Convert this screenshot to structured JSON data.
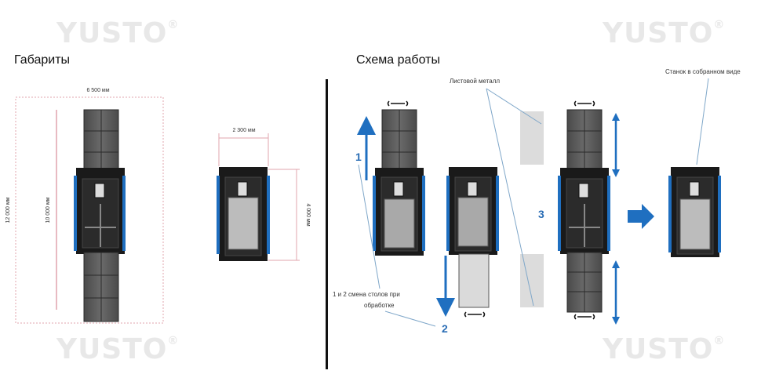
{
  "watermark": {
    "brand": "YUSTO",
    "mark": "®"
  },
  "sections": {
    "dimensions_title": "Габариты",
    "scheme_title": "Схема работы"
  },
  "dimensions": {
    "total_width": "6 500 мм",
    "total_length": "12 000 мм",
    "table_travel": "10 000 мм",
    "compact_width": "2 300 мм",
    "compact_length": "4 000 мм"
  },
  "scheme": {
    "sheet_metal": "Листовой металл",
    "assembled": "Станок в собранном виде",
    "table_change_line1": "1 и 2 смена столов при",
    "table_change_line2": "обработке",
    "step1": "1",
    "step2": "2",
    "step3": "3"
  },
  "colors": {
    "accent": "#1f6fc0",
    "dim_line": "#e0a4ad",
    "frame": "#1a1a1a"
  }
}
